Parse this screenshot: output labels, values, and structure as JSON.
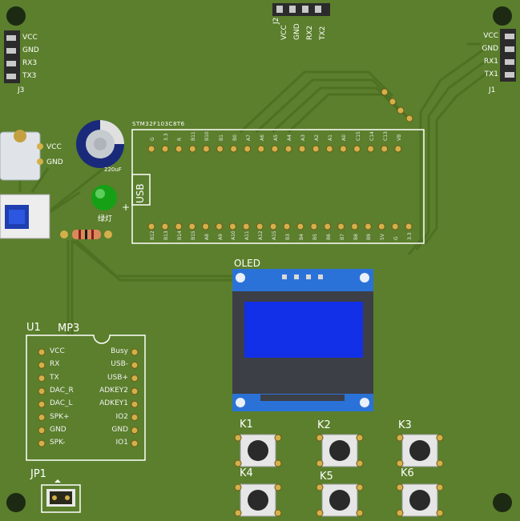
{
  "board": {
    "colors": {
      "pcb": "#5b7f2c",
      "trace": "#4f7224",
      "silk": "#ffffff",
      "pad": "#d4b04a",
      "oled_screen": "#1230e8",
      "oled_pcb": "#2a6fd0",
      "led": "#18b818"
    }
  },
  "headers": {
    "top": {
      "pins": [
        "VCC",
        "GND",
        "RX2",
        "TX2"
      ],
      "ref": "J2"
    },
    "left": {
      "pins": [
        "VCC",
        "GND",
        "RX3",
        "TX3"
      ],
      "ref": "J3"
    },
    "right": {
      "pins": [
        "VCC",
        "GND",
        "RX1",
        "TX1"
      ],
      "ref": "J1"
    }
  },
  "power": {
    "pins": [
      "VCC",
      "GND"
    ]
  },
  "capacitor": {
    "value": "220uF",
    "polarity": "+"
  },
  "led": {
    "label": "绿灯"
  },
  "mcu": {
    "title": "STM32F103C8T6",
    "usb_label": "USB",
    "top_pins": [
      "G",
      "3.3",
      "R",
      "B11",
      "B10",
      "B1",
      "B0",
      "A7",
      "A6",
      "A5",
      "A4",
      "A3",
      "A2",
      "A1",
      "A0",
      "C15",
      "C14",
      "C13",
      "VB"
    ],
    "bottom_pins": [
      "B12",
      "B13",
      "B14",
      "B15",
      "A8",
      "A9",
      "A10",
      "A11",
      "A12",
      "A15",
      "B3",
      "B4",
      "B5",
      "B6",
      "B7",
      "B8",
      "B9",
      "5V",
      "G",
      "3.3"
    ]
  },
  "oled": {
    "label": "OLED"
  },
  "mp3": {
    "ref": "U1",
    "title": "MP3",
    "left_pins": [
      "VCC",
      "RX",
      "TX",
      "DAC_R",
      "DAC_L",
      "SPK+",
      "GND",
      "SPK-"
    ],
    "right_pins": [
      "Busy",
      "USB-",
      "USB+",
      "ADKEY2",
      "ADKEY1",
      "IO2",
      "GND",
      "IO1"
    ]
  },
  "keys": [
    "K1",
    "K2",
    "K3",
    "K4",
    "K5",
    "K6"
  ],
  "jumper": {
    "ref": "JP1"
  }
}
